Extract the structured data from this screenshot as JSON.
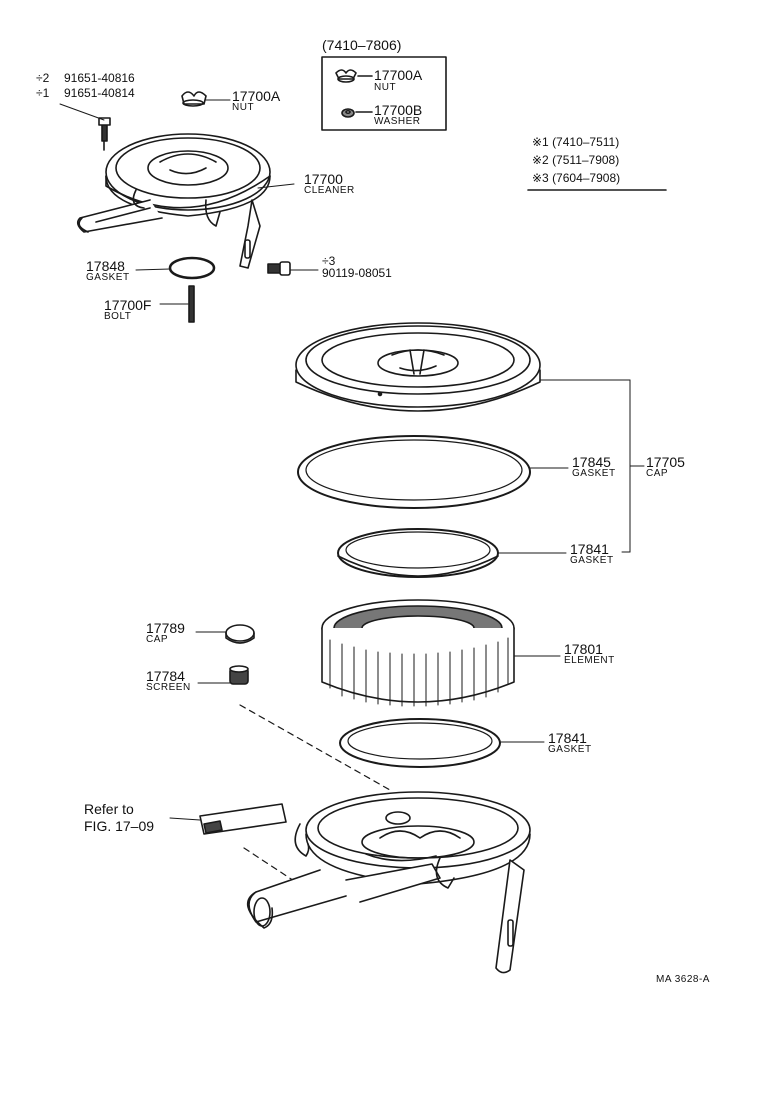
{
  "header_range": "(7410–7806)",
  "inset": {
    "nut": {
      "part": "17700A",
      "name": "NUT"
    },
    "washer": {
      "part": "17700B",
      "name": "WASHER"
    }
  },
  "footnotes": [
    "※1  (7410–7511)",
    "※2  (7511–7908)",
    "※3  (7604–7908)"
  ],
  "bolt_codes": [
    {
      "mark": "÷2",
      "code": "91651-40816"
    },
    {
      "mark": "÷1",
      "code": "91651-40814"
    }
  ],
  "parts": {
    "nut": {
      "part": "17700A",
      "name": "NUT"
    },
    "cleaner": {
      "part": "17700",
      "name": "CLEANER"
    },
    "gasket_top": {
      "part": "17848",
      "name": "GASKET"
    },
    "screw": {
      "mark": "÷3",
      "code": "90119-08051"
    },
    "bolt": {
      "part": "17700F",
      "name": "BOLT"
    },
    "gasket_cap": {
      "part": "17845",
      "name": "GASKET"
    },
    "cap_assy": {
      "part": "17705",
      "name": "CAP"
    },
    "gasket_mid": {
      "part": "17841",
      "name": "GASKET"
    },
    "cap_small": {
      "part": "17789",
      "name": "CAP"
    },
    "element": {
      "part": "17801",
      "name": "ELEMENT"
    },
    "screen": {
      "part": "17784",
      "name": "SCREEN"
    },
    "gasket_low": {
      "part": "17841",
      "name": "GASKET"
    }
  },
  "refer": {
    "line1": "Refer to",
    "line2": "FIG. 17–09"
  },
  "code": "MA 3628-A"
}
